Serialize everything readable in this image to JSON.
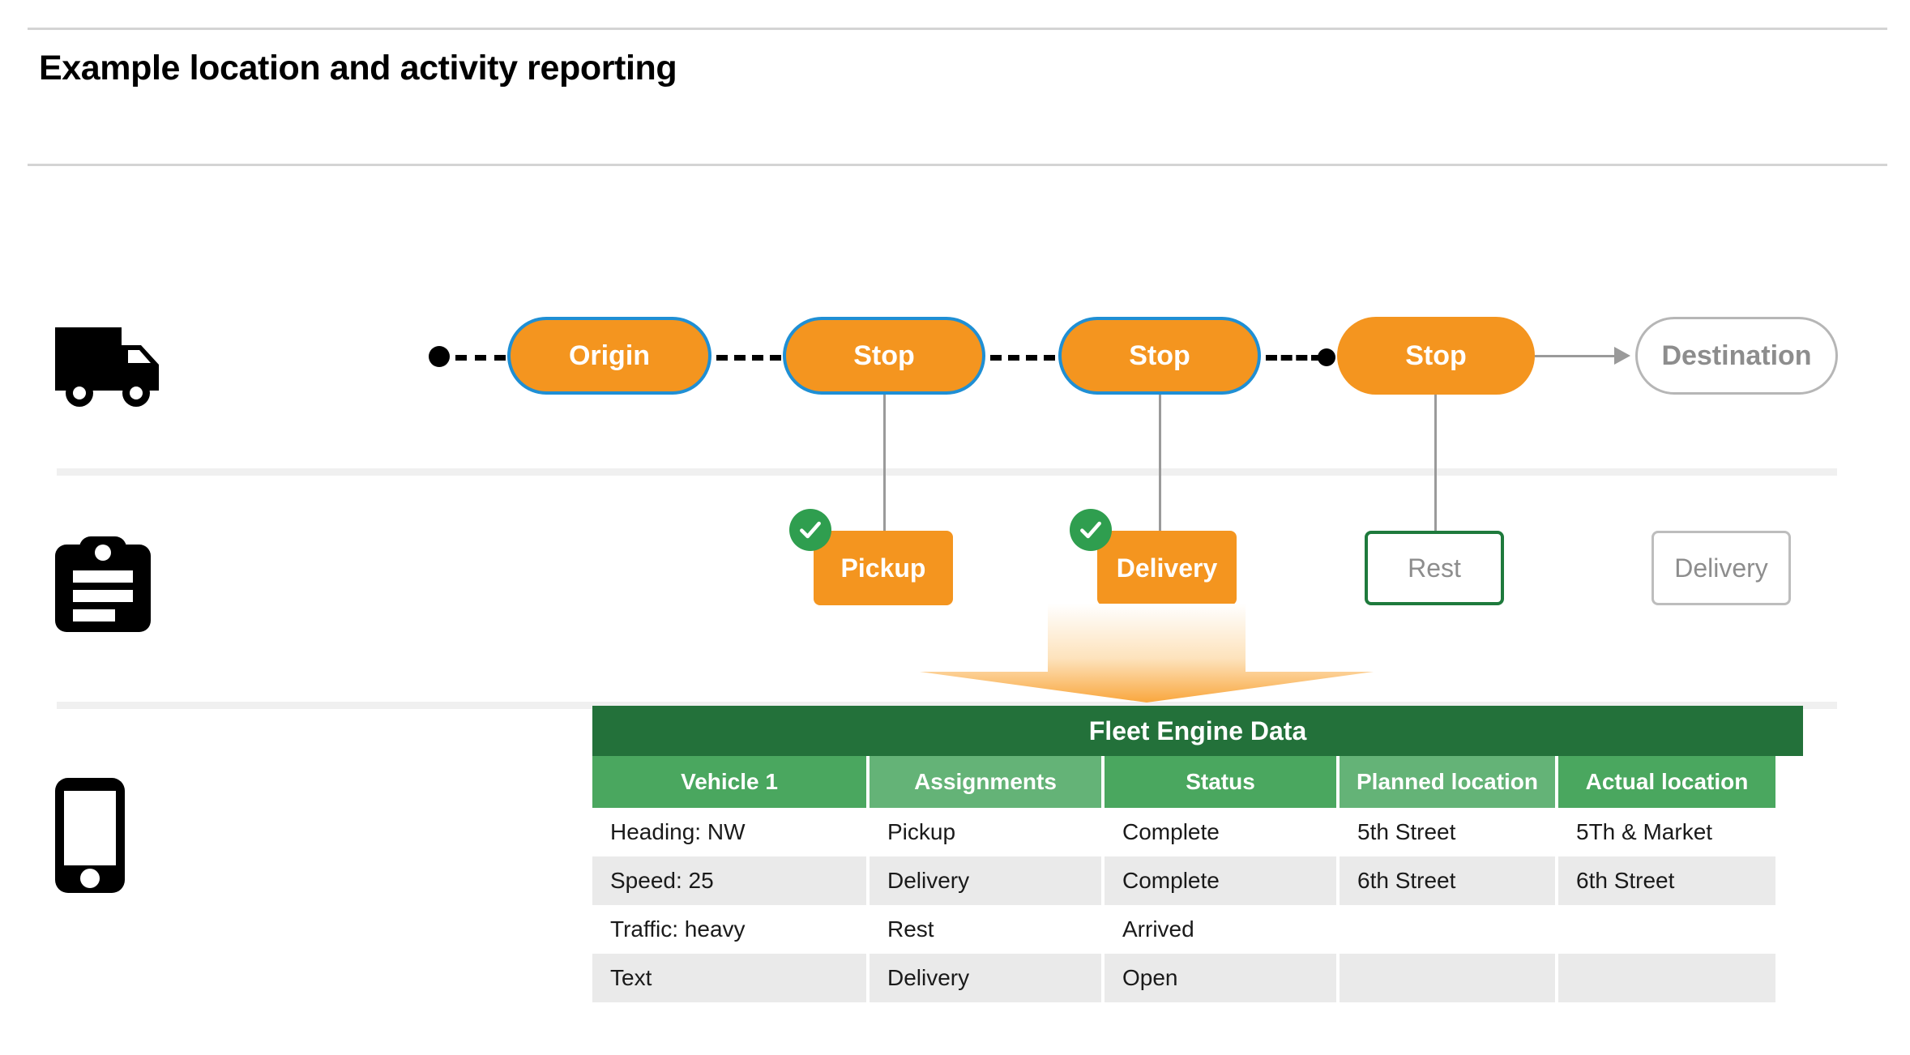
{
  "page": {
    "title": "Example location and activity reporting"
  },
  "rows": {
    "vehicle_icon": "truck-icon",
    "activity_icon": "clipboard-icon",
    "device_icon": "smartphone-icon"
  },
  "route": {
    "nodes": [
      {
        "label": "Origin",
        "style": "filled-bordered"
      },
      {
        "label": "Stop",
        "style": "filled-bordered"
      },
      {
        "label": "Stop",
        "style": "filled-bordered"
      },
      {
        "label": "Stop",
        "style": "filled"
      },
      {
        "label": "Destination",
        "style": "ghost"
      }
    ]
  },
  "activities": [
    {
      "label": "Pickup",
      "style": "filled",
      "completed": true
    },
    {
      "label": "Delivery",
      "style": "filled",
      "completed": true
    },
    {
      "label": "Rest",
      "style": "outline-green",
      "completed": false
    },
    {
      "label": "Delivery",
      "style": "outline-gray",
      "completed": false
    }
  ],
  "table": {
    "title": "Fleet Engine Data",
    "columns": [
      "Vehicle 1",
      "Assignments",
      "Status",
      "Planned location",
      "Actual location"
    ],
    "rows": [
      [
        "Heading: NW",
        "Pickup",
        "Complete",
        "5th Street",
        "5Th & Market"
      ],
      [
        "Speed: 25",
        "Delivery",
        "Complete",
        "6th Street",
        "6th Street"
      ],
      [
        "Traffic: heavy",
        "Rest",
        "Arrived",
        "",
        ""
      ],
      [
        "Text",
        "Delivery",
        "Open",
        "",
        ""
      ]
    ]
  },
  "colors": {
    "orange": "#f4951f",
    "blue_border": "#1f8fd4",
    "green_dark": "#23713a",
    "green_header_a": "#4aa75f",
    "green_header_b": "#64b377",
    "check_green": "#2f9e4f",
    "gray_outline": "#bdbdbd",
    "gray_text": "#8d8d8d"
  }
}
